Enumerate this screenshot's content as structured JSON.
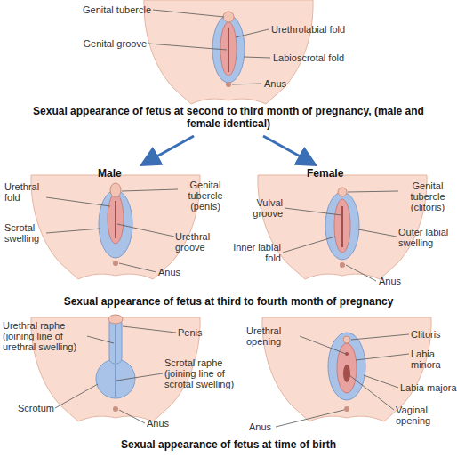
{
  "diagram": {
    "labels": [
      "Genital tubercle",
      "Urethrolabial fold",
      "Genital groove",
      "Labioscrotal fold",
      "Anus",
      "Sexual appearance of fetus at second to third month of pregnancy, (male and female identical)",
      "Male",
      "Female",
      "Urethral fold",
      "Genital tubercle (penis)",
      "Scrotal swelling",
      "Urethral groove",
      "Anus",
      "Genital tubercle (clitoris)",
      "Vulval groove",
      "Outer labial swelling",
      "Inner labial fold",
      "Anus",
      "Sexual appearance of fetus at third to fourth month of pregnancy",
      "Urethral raphe (joining line of urethral swelling)",
      "Penis",
      "Scrotal raphe (joining line of scrotal swelling)",
      "Scrotum",
      "Anus",
      "Urethral opening",
      "Clitoris",
      "Labia minora",
      "Labia majora",
      "Vaginal opening",
      "Anus",
      "Sexual appearance of fetus at time of birth"
    ]
  }
}
